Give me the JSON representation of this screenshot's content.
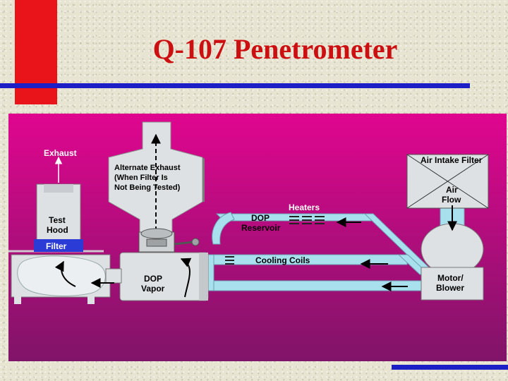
{
  "slide": {
    "title": "Q-107 Penetrometer"
  },
  "colors": {
    "accent_red": "#e8141a",
    "title_red": "#cc0f10",
    "bar_blue": "#1d1fc6",
    "panel_gradient_top": "#e0068f",
    "panel_gradient_bottom": "#801468",
    "pipe": "#a8e0ee",
    "equipment": "#dde1e4"
  },
  "diagram": {
    "labels": {
      "exhaust": "Exhaust",
      "test_hood_1": "Test",
      "test_hood_2": "Hood",
      "filter": "Filter",
      "alternate_exhaust_1": "Alternate Exhaust",
      "alternate_exhaust_2": "(When Filter Is",
      "alternate_exhaust_3": "Not Being Tested)",
      "heaters": "Heaters",
      "dop_reservoir_1": "DOP",
      "dop_reservoir_2": "Reservoir",
      "cooling_coils": "Cooling Coils",
      "dop_vapor_1": "DOP",
      "dop_vapor_2": "Vapor",
      "air_intake_filter": "Air Intake Filter",
      "air_flow_1": "Air",
      "air_flow_2": "Flow",
      "motor_blower_1": "Motor/",
      "motor_blower_2": "Blower"
    }
  }
}
